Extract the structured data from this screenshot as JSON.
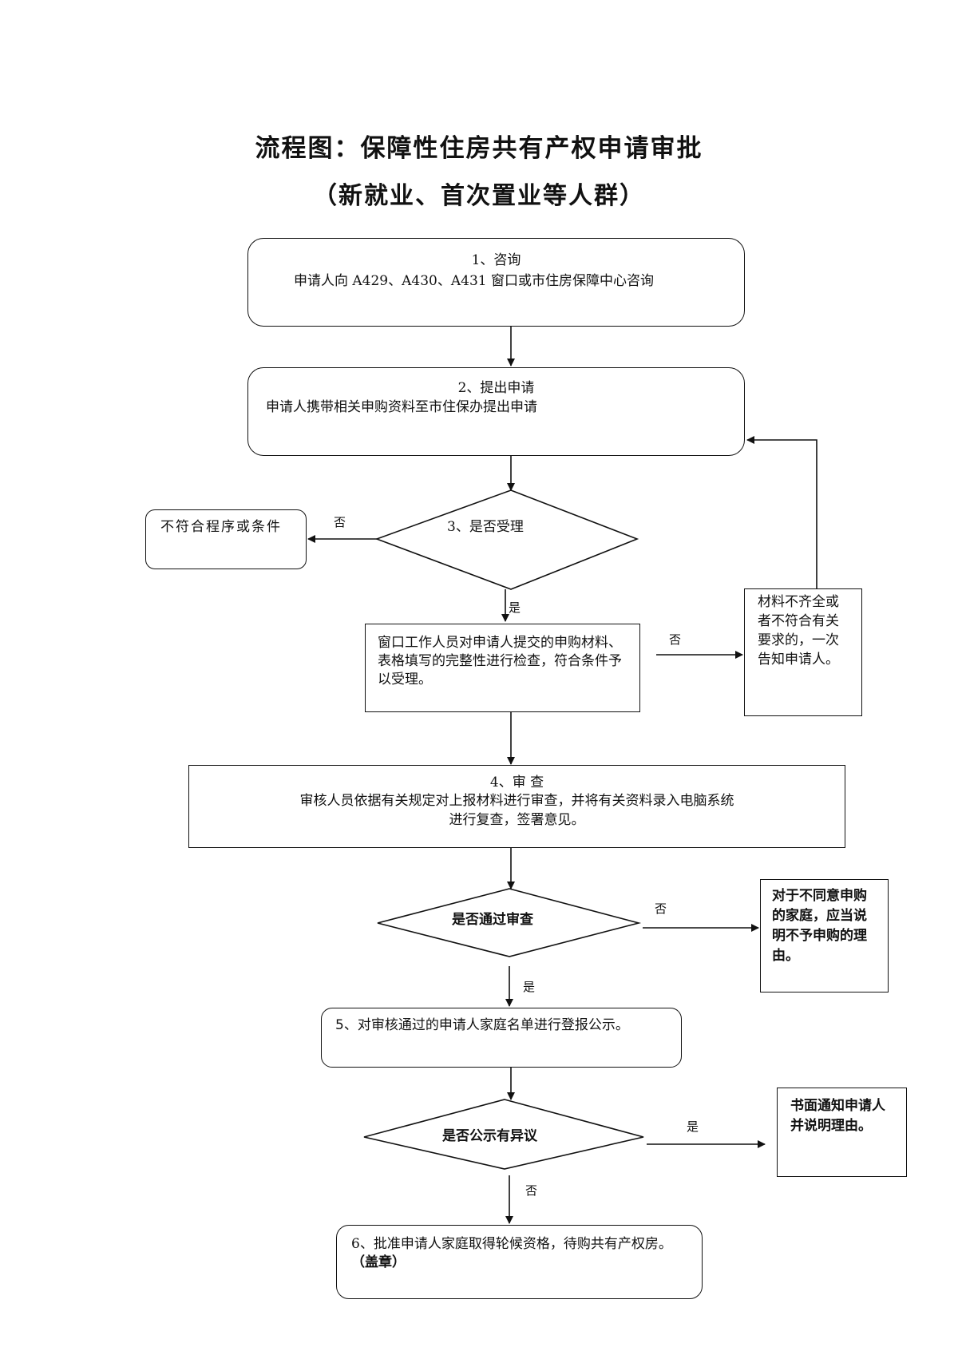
{
  "title": {
    "line1": "流程图：保障性住房共有产权申请审批",
    "line2": "（新就业、首次置业等人群）"
  },
  "steps": {
    "step1": {
      "heading": "1、咨询",
      "body": "申请人向 A429、A430、A431 窗口或市住房保障中心咨询"
    },
    "step2": {
      "heading": "2、提出申请",
      "body": "申请人携带相关申购资料至市住保办提出申请"
    },
    "decision3": {
      "label": "3、是否受理"
    },
    "reject3": {
      "text": "不符合程序或条件"
    },
    "check": {
      "text": "窗口工作人员对申请人提交的申购材料、表格填写的完整性进行检查，符合条件予以受理。"
    },
    "incomplete": {
      "text": "材料不齐全或者不符合有关要求的，一次告知申请人。"
    },
    "step4": {
      "heading": "4、审 查",
      "body_line1": "审核人员依据有关规定对上报材料进行审查，并将有关资料录入电脑系统",
      "body_line2": "进行复查，签署意见。"
    },
    "decision4": {
      "label": "是否通过审查"
    },
    "reject4": {
      "text": "对于不同意申购的家庭，应当说明不予申购的理由。"
    },
    "step5": {
      "text": "5、对审核通过的申请人家庭名单进行登报公示。"
    },
    "decision5": {
      "label": "是否公示有异议"
    },
    "objection": {
      "text": "书面通知申请人并说明理由。"
    },
    "step6": {
      "text": "6、批准申请人家庭取得轮候资格，待购共有产权房。",
      "stamp": "（盖章）"
    }
  },
  "edge_labels": {
    "d3_no": "否",
    "d3_yes": "是",
    "check_no": "否",
    "d4_no": "否",
    "d4_yes": "是",
    "d5_yes": "是",
    "d5_no": "否"
  }
}
